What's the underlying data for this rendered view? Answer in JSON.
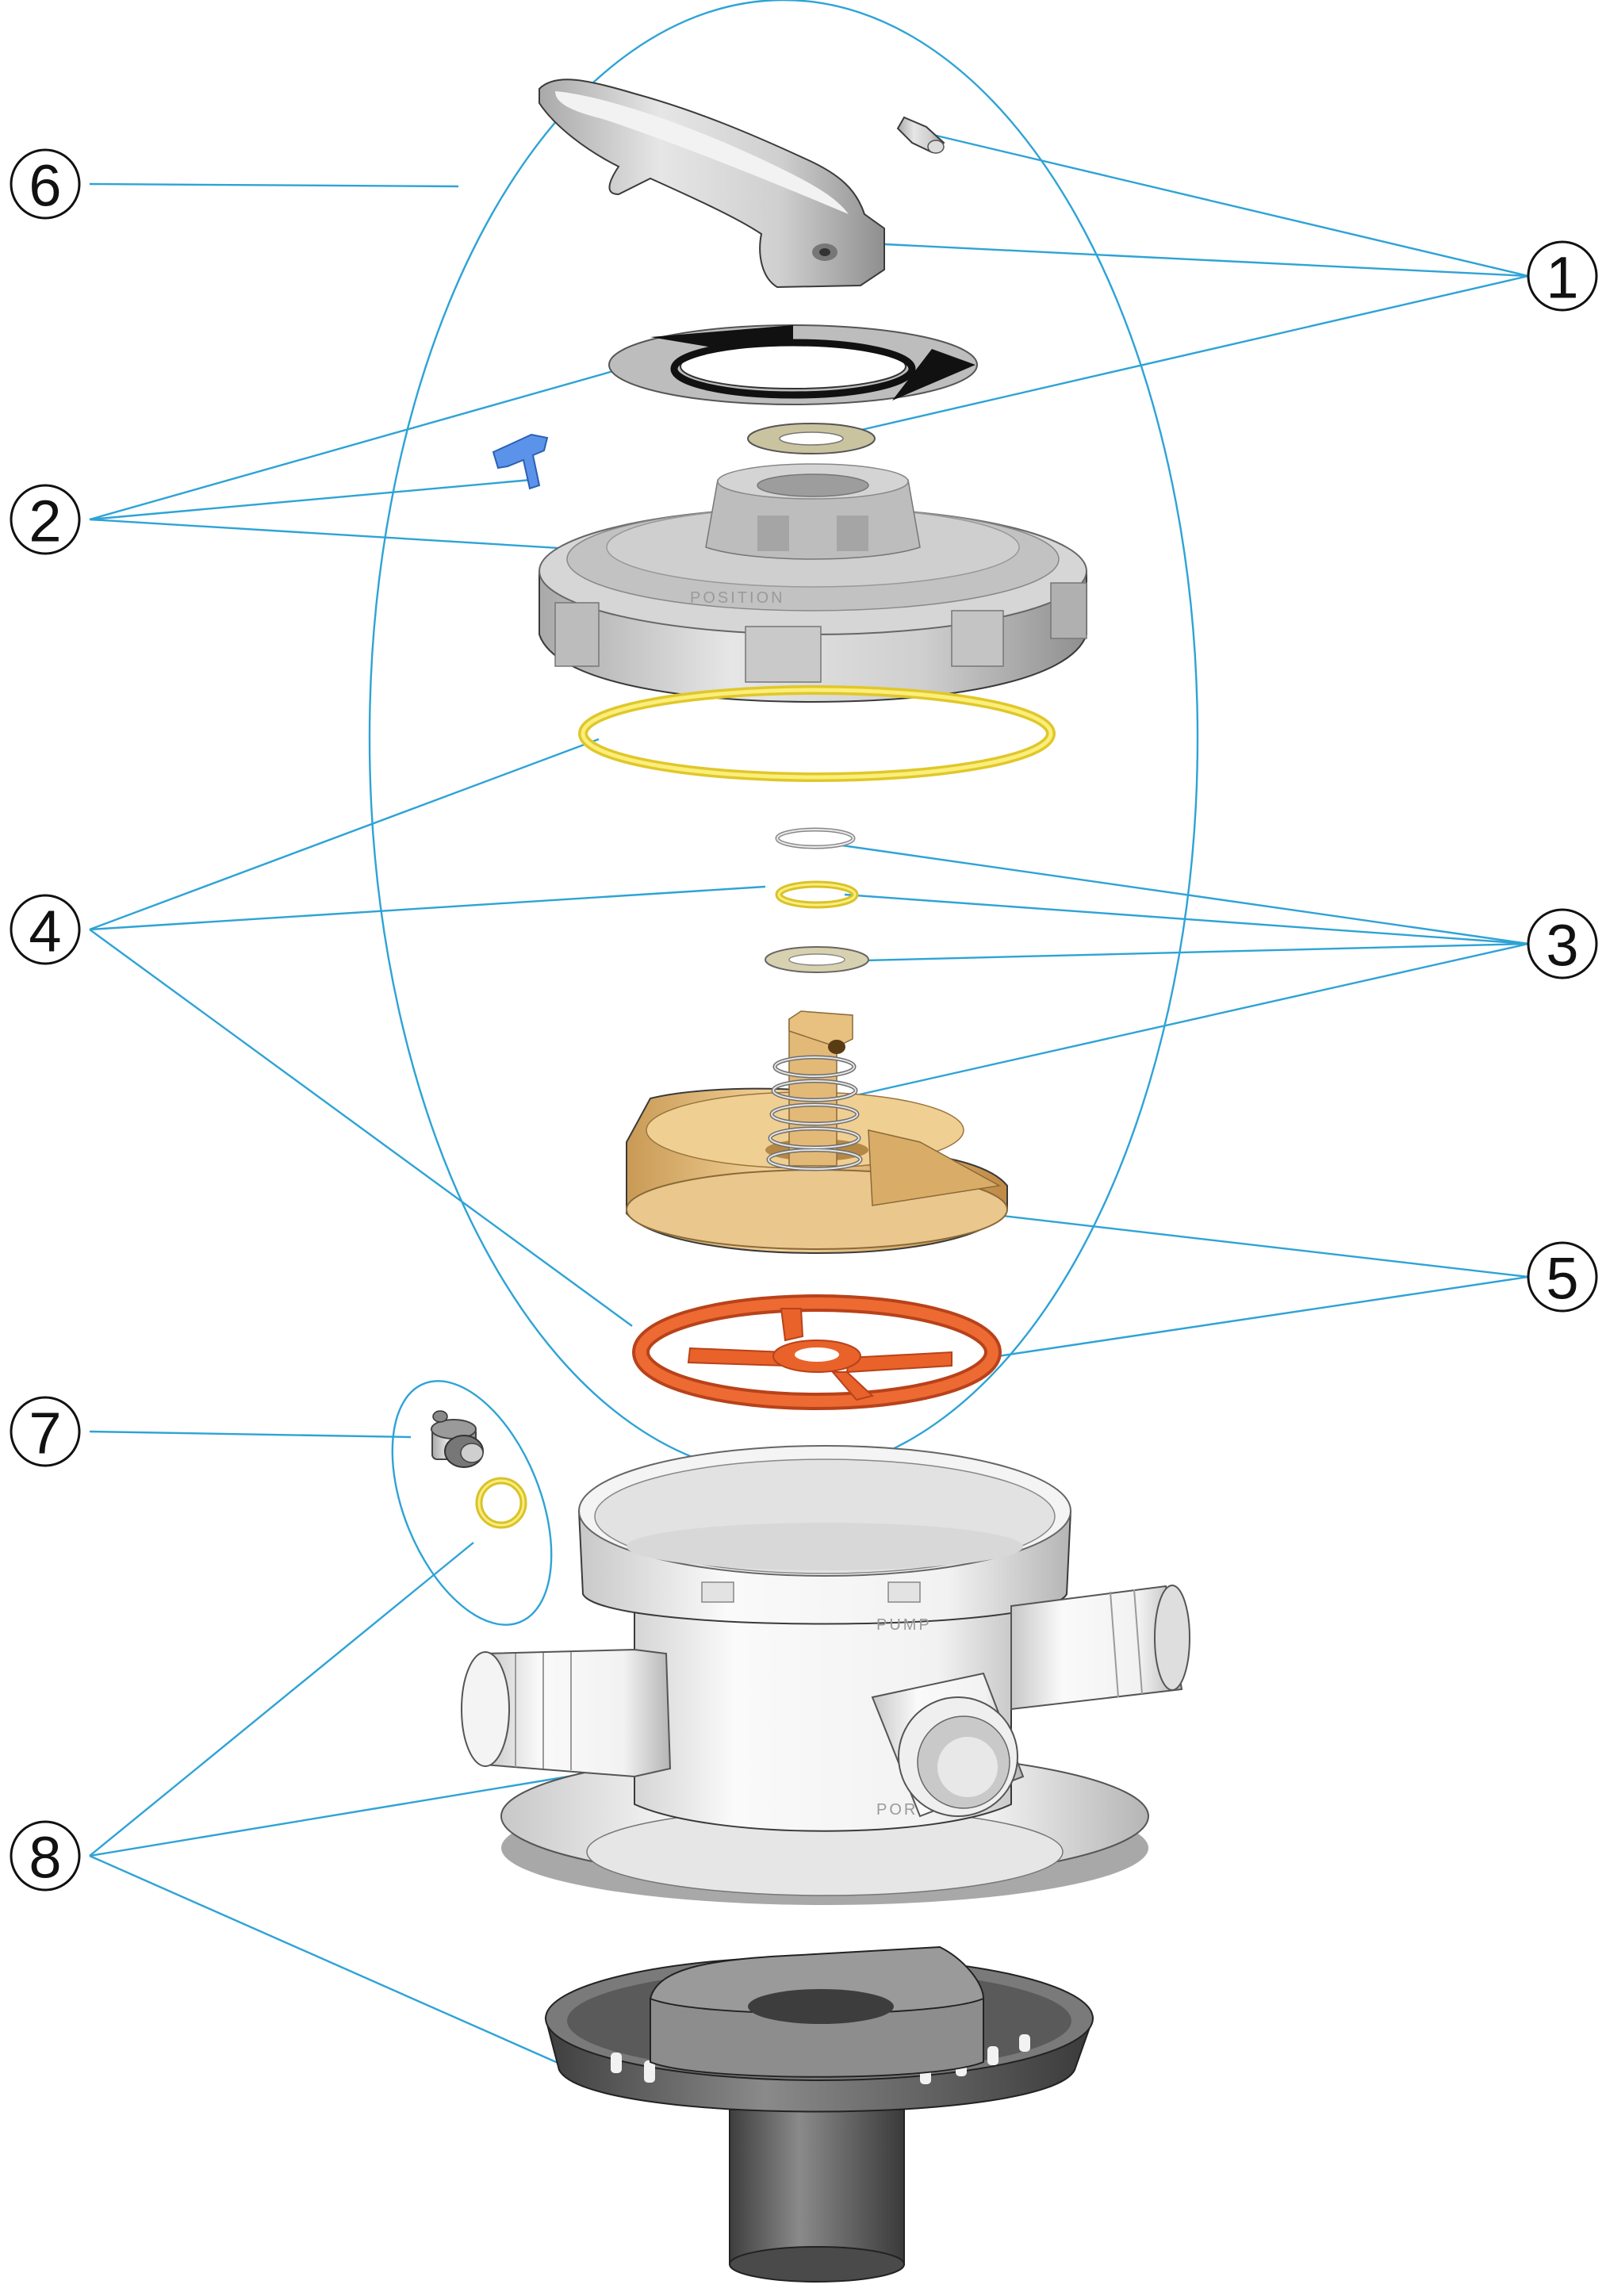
{
  "diagram": {
    "callouts": [
      {
        "number": "1"
      },
      {
        "number": "2"
      },
      {
        "number": "3"
      },
      {
        "number": "4"
      },
      {
        "number": "5"
      },
      {
        "number": "6"
      },
      {
        "number": "7"
      },
      {
        "number": "8"
      }
    ],
    "embossed_text": [
      "POSITION",
      "PUMP",
      "PORT"
    ]
  },
  "colors": {
    "leader_lines": "#2ea3d6",
    "housing": "#d9d9d9",
    "rotor": "#e8c07f",
    "rotor_gasket": "#e8622a",
    "o_ring": "#f2e04a",
    "clip": "#4a8ae8",
    "diffuser": "#6b6b6b"
  }
}
